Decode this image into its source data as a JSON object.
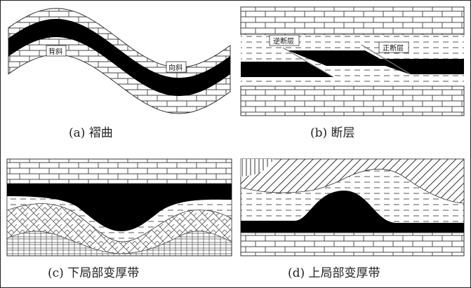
{
  "panels": [
    {
      "caption": "(a) 褶曲",
      "labels": {
        "anticline": "背斜",
        "syncline": "向斜"
      }
    },
    {
      "caption": "(b) 断层",
      "labels": {
        "reverse_fault": "逆断层",
        "normal_fault": "正断层"
      }
    },
    {
      "caption": "(c) 下局部变厚带",
      "labels": {}
    },
    {
      "caption": "(d) 上局部变厚带",
      "labels": {}
    }
  ]
}
